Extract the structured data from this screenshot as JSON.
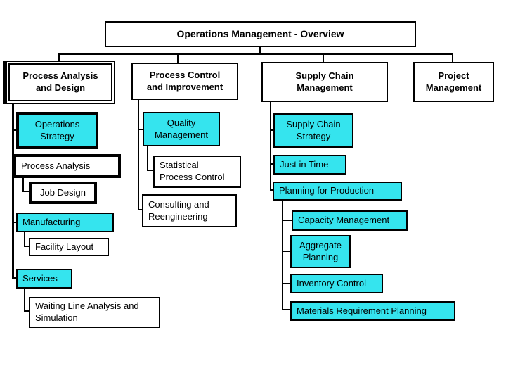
{
  "title": "Operations Management - Overview",
  "colors": {
    "background": "#FFFFFF",
    "node_fill_cyan": "#35E4EE",
    "node_fill_white": "#FFFFFF",
    "line_and_border": "#000000"
  },
  "columns": [
    {
      "header": {
        "label": "Process Analysis and Design",
        "lines": [
          "Process Analysis",
          "and Design"
        ]
      },
      "children": [
        {
          "label": "Operations Strategy",
          "lines": [
            "Operations",
            "Strategy"
          ]
        },
        {
          "label": "Process Analysis"
        },
        {
          "label": "Job Design"
        },
        {
          "label": "Manufacturing"
        },
        {
          "label": "Facility Layout"
        },
        {
          "label": "Services"
        },
        {
          "label": "Waiting Line Analysis and Simulation",
          "lines": [
            "Waiting Line Analysis and",
            "Simulation"
          ]
        }
      ]
    },
    {
      "header": {
        "label": "Process Control and Improvement",
        "lines": [
          "Process Control",
          "and Improvement"
        ]
      },
      "children": [
        {
          "label": "Quality Management",
          "lines": [
            "Quality",
            "Management"
          ]
        },
        {
          "label": "Statistical Process Control",
          "lines": [
            "Statistical",
            "Process Control"
          ]
        },
        {
          "label": "Consulting and Reengineering",
          "lines": [
            "Consulting and",
            "Reengineering"
          ]
        }
      ]
    },
    {
      "header": {
        "label": "Supply Chain Management",
        "lines": [
          "Supply Chain",
          "Management"
        ]
      },
      "children": [
        {
          "label": "Supply Chain Strategy",
          "lines": [
            "Supply Chain",
            "Strategy"
          ]
        },
        {
          "label": "Just in Time"
        },
        {
          "label": "Planning for Production"
        },
        {
          "label": "Capacity Management"
        },
        {
          "label": "Aggregate Planning",
          "lines": [
            "Aggregate",
            "Planning"
          ]
        },
        {
          "label": "Inventory Control"
        },
        {
          "label": "Materials Requirement Planning"
        }
      ]
    },
    {
      "header": {
        "label": "Project Management",
        "lines": [
          "Project",
          "Management"
        ]
      },
      "children": []
    }
  ]
}
